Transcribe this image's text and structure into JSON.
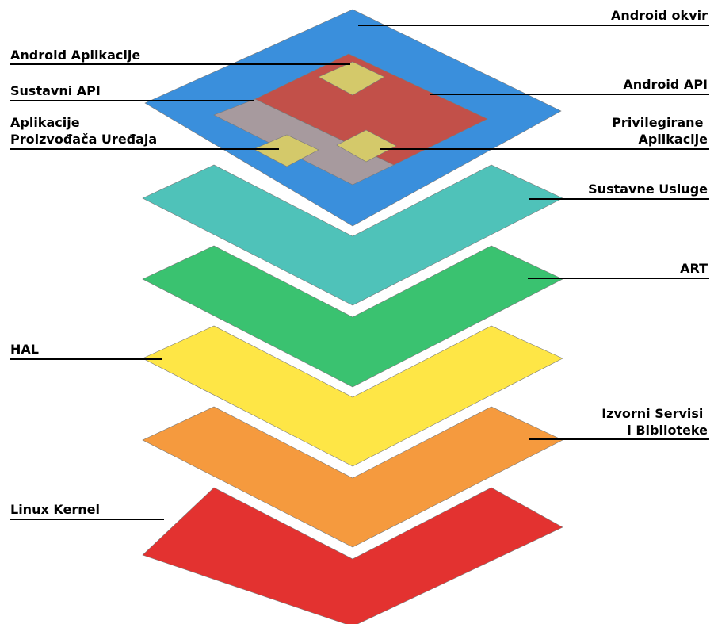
{
  "layers": [
    {
      "key": "android-framework",
      "label": "Android okvir",
      "color": "#3a8fdc"
    },
    {
      "key": "system-services",
      "label": "Sustavne Usluge",
      "color": "#4fc2b9"
    },
    {
      "key": "art",
      "label": "ART",
      "color": "#3ac270"
    },
    {
      "key": "hal",
      "label": "HAL",
      "color": "#fee646"
    },
    {
      "key": "native-services",
      "label_lines": [
        "Izvorni Servisi",
        "i Biblioteke"
      ],
      "color": "#f59a3e"
    },
    {
      "key": "linux-kernel",
      "label": "Linux Kernel",
      "color": "#e33230"
    }
  ],
  "framework_parts": {
    "android_apps": {
      "label": "Android Aplikacije",
      "color": "#d4c96a"
    },
    "system_api": {
      "label": "Sustavni API",
      "color": "#a79a9e"
    },
    "android_api": {
      "label": "Android API",
      "color": "#c25049"
    },
    "vendor_apps": {
      "label_lines": [
        "Aplikacije",
        "Proizvođača Uređaja"
      ],
      "color": "#d4c96a"
    },
    "privileged_apps": {
      "label_lines": [
        "Privilegirane",
        "Aplikacije"
      ],
      "color": "#d4c96a"
    }
  }
}
